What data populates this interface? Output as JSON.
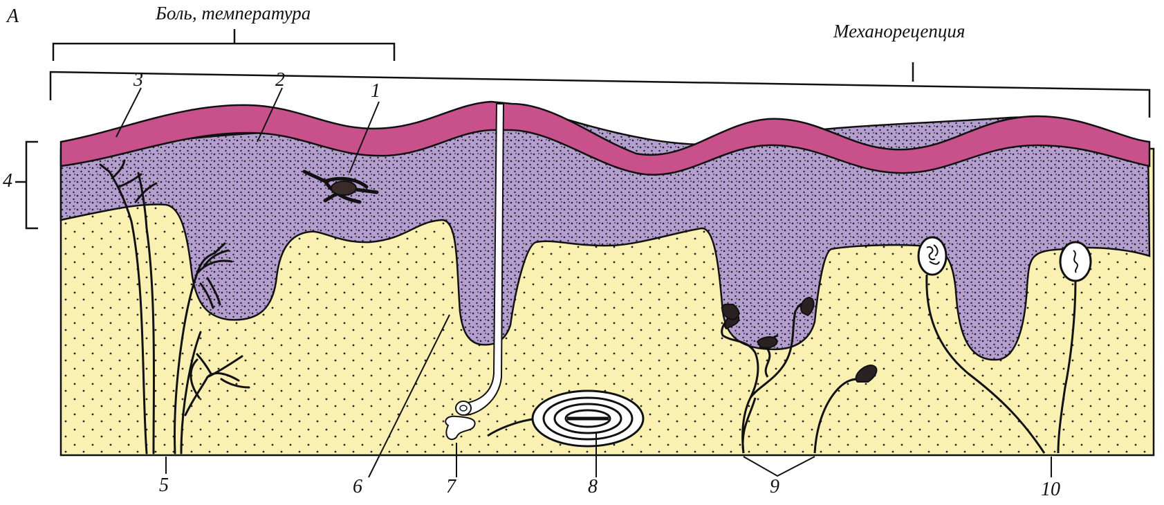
{
  "panel_letter": "A",
  "groups": {
    "pain_temperature": "Боль, температура",
    "mechanoreception": "Механорецепция"
  },
  "labels": {
    "n1": "1",
    "n2": "2",
    "n3": "3",
    "n4": "4",
    "n5": "5",
    "n6": "6",
    "n7": "7",
    "n8": "8",
    "n9": "9",
    "n10": "10"
  },
  "colors": {
    "stratum_corneum": "#C9518B",
    "epidermis": "#B49FD0",
    "dermis": "#F9F0B2",
    "outline": "#111111",
    "background": "#FFFFFF"
  }
}
